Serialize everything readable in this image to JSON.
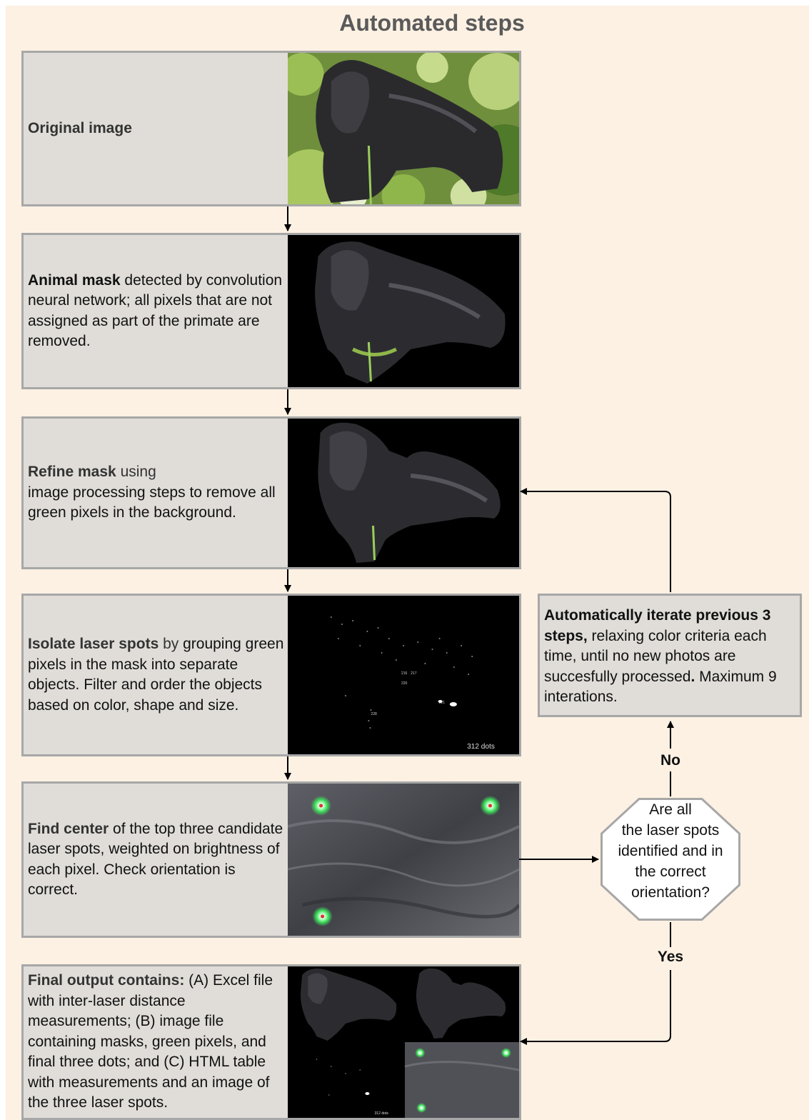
{
  "title": "Automated steps",
  "steps": [
    {
      "id": "original",
      "bold": "Original image",
      "rest": ""
    },
    {
      "id": "animal-mask",
      "bold": "Animal mask",
      "rest": " detected by convolution neural network; all pixels that are not assigned as part of the primate are removed."
    },
    {
      "id": "refine-mask",
      "bold": "Refine mask",
      "lead": " using",
      "rest": "image processing steps to remove all green pixels in the background."
    },
    {
      "id": "isolate",
      "bold": "Isolate laser spots",
      "lead": " by",
      "rest": " grouping green pixels in the mask into separate objects. Filter and order the objects based on color, shape and size."
    },
    {
      "id": "find-center",
      "bold": "Find center",
      "rest": " of the top three candidate laser spots, weighted on brightness of each pixel. Check orientation is correct."
    },
    {
      "id": "final",
      "bold": "Final output contains:",
      "rest": " (A) Excel file with inter-laser distance measurements; (B) image file containing masks, green pixels, and final three dots; and (C) HTML table with measurements and an image of the three laser spots."
    }
  ],
  "iterate": {
    "bold": "Automatically iterate previous 3 steps,",
    "rest": " relaxing color criteria each time, until no new photos are succesfully processed",
    "bold_period": ".",
    "tail": " Maximum 9 interations."
  },
  "decision": {
    "lines": [
      "Are all",
      "the laser spots",
      "identified and in",
      "the correct",
      "orientation?"
    ]
  },
  "edges": {
    "no": "No",
    "yes": "Yes"
  },
  "image_labels": {
    "dots": "312 dots",
    "spot_ids": [
      "216",
      "217",
      "220",
      "228",
      "221"
    ]
  },
  "colors": {
    "background": "#fdf1e3",
    "box_fill": "#e0ddd9",
    "box_border": "#a7a7a7",
    "title": "#5a5a5a",
    "laser_green": "#3ddc5a"
  }
}
